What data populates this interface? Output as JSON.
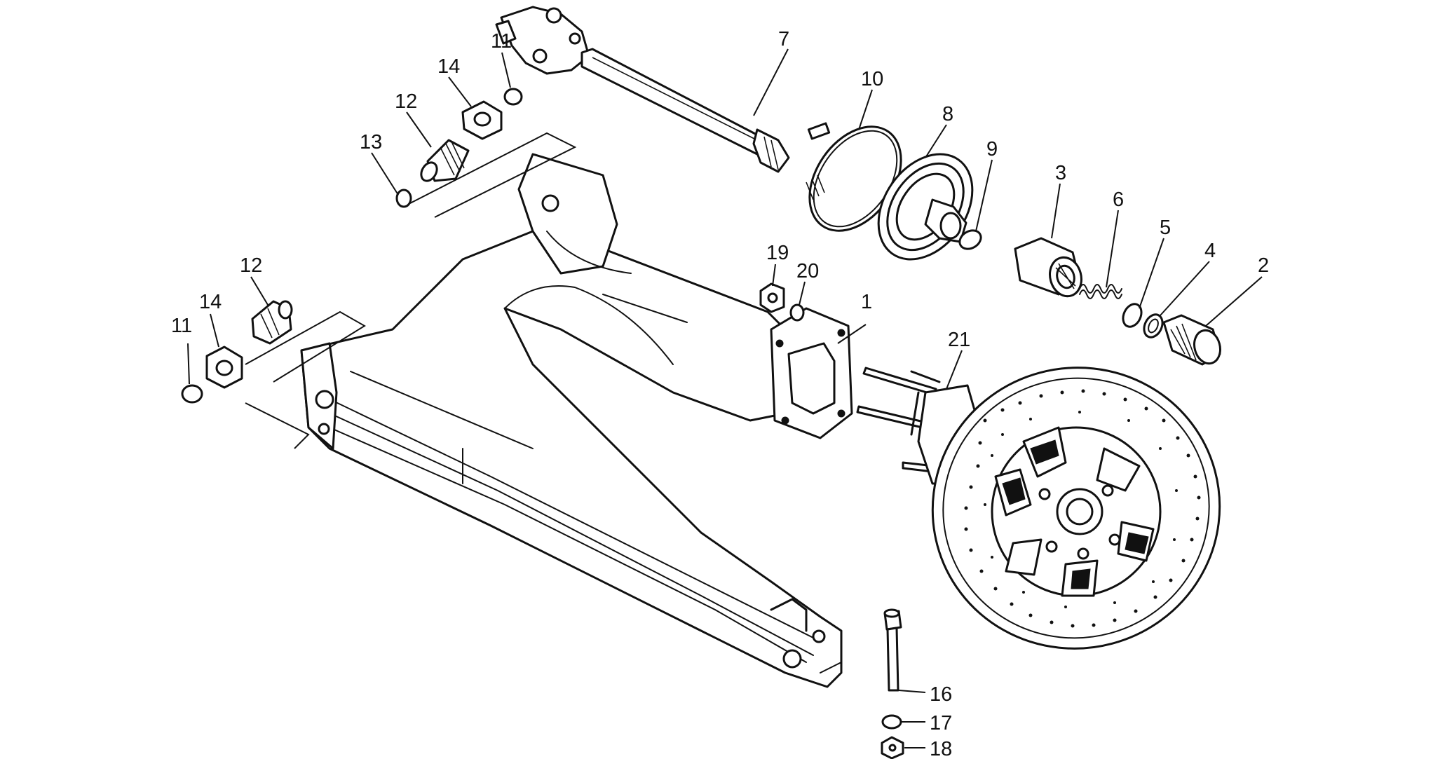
{
  "diagram": {
    "callouts": {
      "c1": "1",
      "c2": "2",
      "c3": "3",
      "c4": "4",
      "c5": "5",
      "c6": "6",
      "c7": "7",
      "c8": "8",
      "c9": "9",
      "c10": "10",
      "c11a": "11",
      "c11b": "11",
      "c12a": "12",
      "c12b": "12",
      "c13": "13",
      "c14a": "14",
      "c14b": "14",
      "c16": "16",
      "c17": "17",
      "c18": "18",
      "c19": "19",
      "c20": "20",
      "c21": "21"
    }
  }
}
